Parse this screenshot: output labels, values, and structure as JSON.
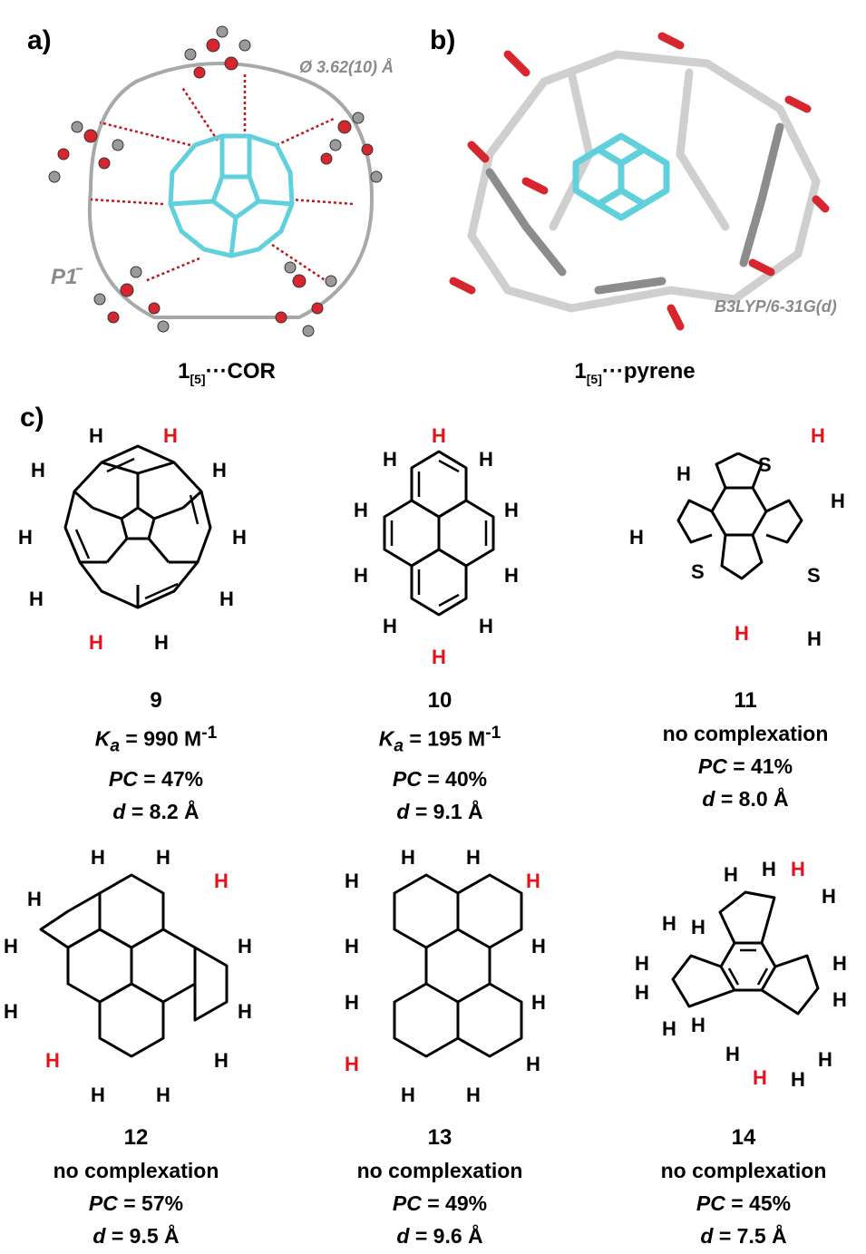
{
  "panels": {
    "a": {
      "label": "a)",
      "caption_main": "1",
      "caption_sub": "[5]",
      "caption_rest": "···COR",
      "note_diameter": "Ø 3.62(10) Å",
      "note_space_group": "P1̄"
    },
    "b": {
      "label": "b)",
      "caption_main": "1",
      "caption_sub": "[5]",
      "caption_rest": "···pyrene",
      "note_method": "B3LYP/6-31G(d)"
    },
    "c": {
      "label": "c)"
    }
  },
  "atoms": {
    "H": "H",
    "S": "S"
  },
  "compounds": [
    {
      "number": "9",
      "line2_sym": "K",
      "line2_sub": "a",
      "line2_val": " = 990 M",
      "line2_sup": "-1",
      "pc_label": "PC",
      "pc_val": " = 47%",
      "d_label": "d",
      "d_val": " = 8.2 Å"
    },
    {
      "number": "10",
      "line2_sym": "K",
      "line2_sub": "a",
      "line2_val": " = 195 M",
      "line2_sup": "-1",
      "pc_label": "PC",
      "pc_val": " = 40%",
      "d_label": "d",
      "d_val": " = 9.1 Å"
    },
    {
      "number": "11",
      "line2_text": "no complexation",
      "pc_label": "PC",
      "pc_val": " = 41%",
      "d_label": "d",
      "d_val": " = 8.0 Å"
    },
    {
      "number": "12",
      "line2_text": "no complexation",
      "pc_label": "PC",
      "pc_val": " = 57%",
      "d_label": "d",
      "d_val": " = 9.5 Å"
    },
    {
      "number": "13",
      "line2_text": "no complexation",
      "pc_label": "PC",
      "pc_val": " = 49%",
      "d_label": "d",
      "d_val": " = 9.6 Å"
    },
    {
      "number": "14",
      "line2_text": "no complexation",
      "pc_label": "PC",
      "pc_val": " = 45%",
      "d_label": "d",
      "d_val": " = 7.5 Å"
    }
  ],
  "colors": {
    "highlight_h": "#e8101a",
    "guest_cyan": "#5fd0dc",
    "oxygen_red": "#d8262e",
    "carbon_gray": "#9a9a9a",
    "contact_red": "#c0141a",
    "stick_white": "#e6e6e6"
  }
}
